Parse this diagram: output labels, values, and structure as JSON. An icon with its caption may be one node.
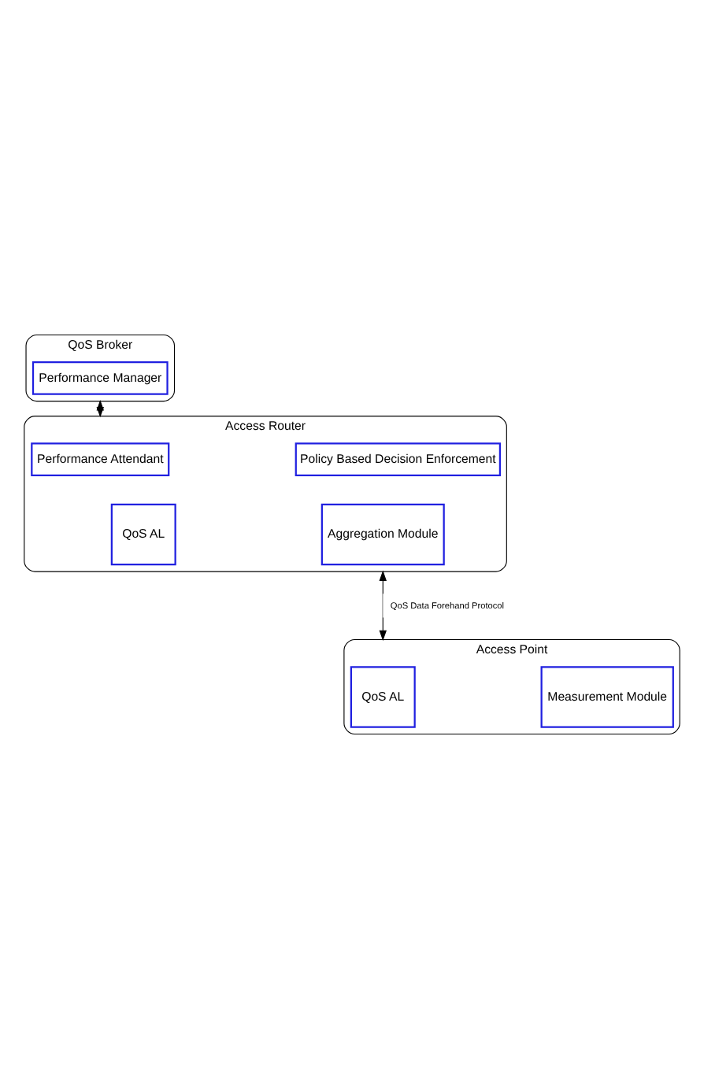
{
  "diagram": {
    "nodes": [
      {
        "text": [
          "QoS Broker"
        ]
      },
      {
        "text": [
          "Performance Manager"
        ],
        "in": 0
      },
      {
        "text": [
          "Access Router"
        ]
      },
      {
        "text": [
          "Performance Attendant"
        ],
        "in": 2
      },
      {
        "text": [
          "Policy Based Decision Enforcement"
        ],
        "in": 2
      },
      {
        "text": [
          "QoS AL"
        ],
        "in": 2
      },
      {
        "text": [
          "Aggregation Module"
        ],
        "in": 2
      },
      {
        "text": [
          "Access Point"
        ]
      },
      {
        "text": [
          "QoS AL"
        ],
        "in": 7
      },
      {
        "text": [
          "Measurement Module"
        ],
        "in": 7
      }
    ],
    "edges": [
      {
        "from": 0,
        "to": 2,
        "arrow": "both"
      },
      {
        "from": 2,
        "to": 7,
        "arrow": "both",
        "label": "QoS Data Forehand Protocol"
      }
    ]
  }
}
